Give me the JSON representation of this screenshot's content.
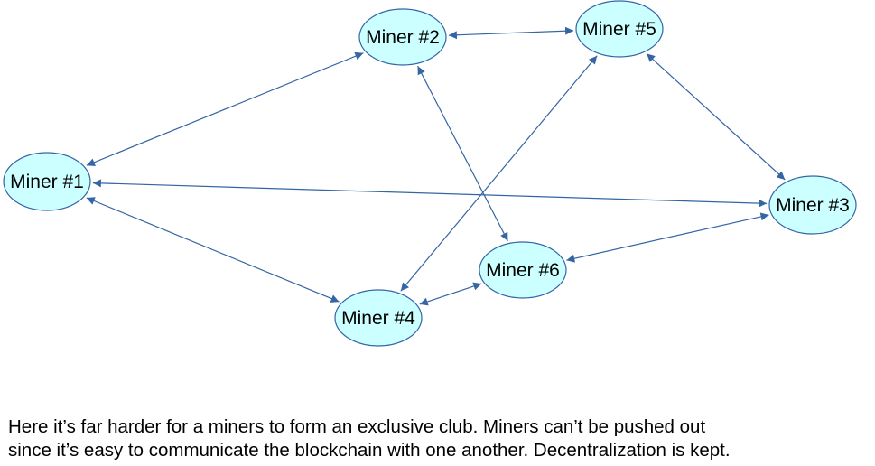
{
  "diagram": {
    "nodes": [
      {
        "id": "m1",
        "label": "Miner #1"
      },
      {
        "id": "m2",
        "label": "Miner #2"
      },
      {
        "id": "m3",
        "label": "Miner #3"
      },
      {
        "id": "m4",
        "label": "Miner #4"
      },
      {
        "id": "m5",
        "label": "Miner #5"
      },
      {
        "id": "m6",
        "label": "Miner #6"
      }
    ],
    "edges": [
      {
        "from": "m1",
        "to": "m2",
        "bidirectional": true
      },
      {
        "from": "m1",
        "to": "m3",
        "bidirectional": true
      },
      {
        "from": "m1",
        "to": "m4",
        "bidirectional": true
      },
      {
        "from": "m2",
        "to": "m5",
        "bidirectional": true
      },
      {
        "from": "m2",
        "to": "m6",
        "bidirectional": true
      },
      {
        "from": "m5",
        "to": "m3",
        "bidirectional": true
      },
      {
        "from": "m5",
        "to": "m4",
        "bidirectional": true
      },
      {
        "from": "m4",
        "to": "m6",
        "bidirectional": true
      },
      {
        "from": "m6",
        "to": "m3",
        "bidirectional": true
      }
    ],
    "colors": {
      "node_fill": "#ccffff",
      "node_stroke": "#3465a4",
      "edge": "#3465a4"
    }
  },
  "caption": {
    "line1": "Here it’s far harder for a miners to form an exclusive club. Miners can’t be pushed out",
    "line2": "since it’s easy to communicate the blockchain with one another. Decentralization is kept."
  }
}
